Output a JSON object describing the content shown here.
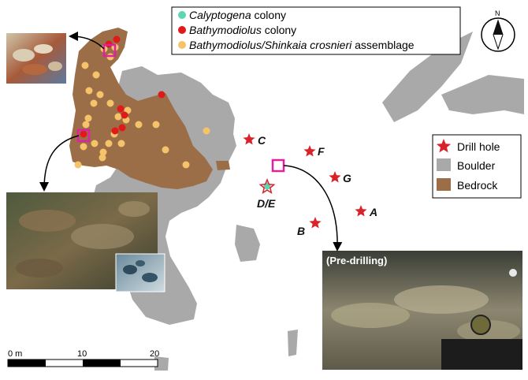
{
  "legend_top": {
    "items": [
      {
        "pre": "",
        "italic": "Calyptogena",
        "post": " colony",
        "color": "#5fd6b3"
      },
      {
        "pre": "",
        "italic": "Bathymodiolus",
        "post": " colony",
        "color": "#e0191b"
      },
      {
        "pre": "",
        "italic": "Bathymodiolus/Shinkaia crosnieri",
        "post": " assemblage",
        "color": "#f5c46a"
      }
    ]
  },
  "legend_right": {
    "drill_hole": "Drill hole",
    "boulder": "Boulder",
    "bedrock": "Bedrock",
    "colors": {
      "star": "#d8232a",
      "boulder": "#a9a9a9",
      "bedrock": "#9c6e48"
    }
  },
  "compass": {
    "north_label": "N"
  },
  "drill_holes": [
    {
      "label": "C"
    },
    {
      "label": "F"
    },
    {
      "label": "G"
    },
    {
      "label": "A"
    },
    {
      "label": "B"
    },
    {
      "label": "D/E"
    }
  ],
  "photos": {
    "pre_drilling_label": "(Pre-drilling)"
  },
  "scale_bar": {
    "labels": [
      "0 m",
      "10",
      "20"
    ]
  }
}
